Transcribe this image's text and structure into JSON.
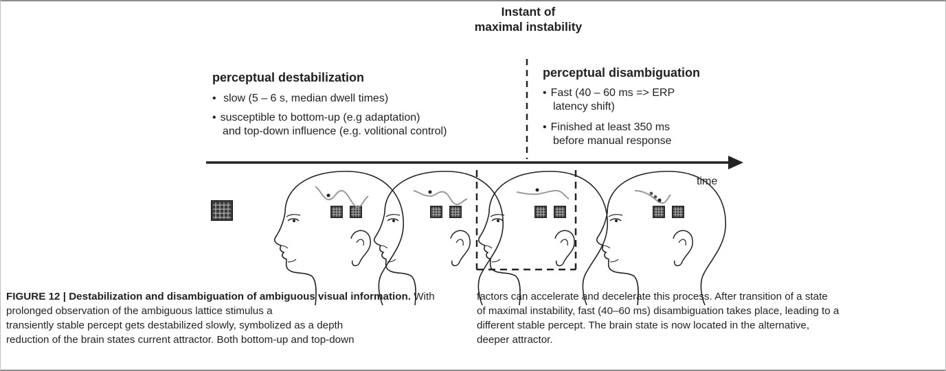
{
  "figure": {
    "instant_label": [
      "Instant of",
      "maximal instability"
    ],
    "left_section": {
      "heading": "perceptual destabilization",
      "bullets": [
        [
          "slow (5 – 6 s, median dwell times)"
        ],
        [
          "susceptible to bottom-up (e.g adaptation)",
          "and top-down influence (e.g. volitional control)"
        ]
      ]
    },
    "right_section": {
      "heading": "perceptual disambiguation",
      "bullets": [
        [
          "Fast (40 – 60 ms => ERP",
          "latency shift)"
        ],
        [
          "Finished at least 350 ms",
          "before manual response"
        ]
      ]
    },
    "axis_label": "time",
    "bullet_glyph": "•",
    "icons": [
      "lattice-stimulus-icon",
      "head-icon",
      "eeg-electrode-icon"
    ]
  },
  "caption": {
    "figure_number": "FIGURE 12 |",
    "title": "Destabilization and disambiguation of ambiguous visual information.",
    "left_lines": [
      "With prolonged observation of the ambiguous lattice stimulus a",
      "transiently stable percept gets destabilized slowly, symbolized as a depth",
      "reduction of the brain states current attractor. Both bottom-up and top-down"
    ],
    "right_lines": [
      "factors can accelerate and decelerate this process. After transition of a state",
      "of maximal instability, fast (40–60 ms) disambiguation takes place, leading to a",
      "different stable percept. The brain state is now located in the alternative,",
      "deeper attractor."
    ]
  }
}
